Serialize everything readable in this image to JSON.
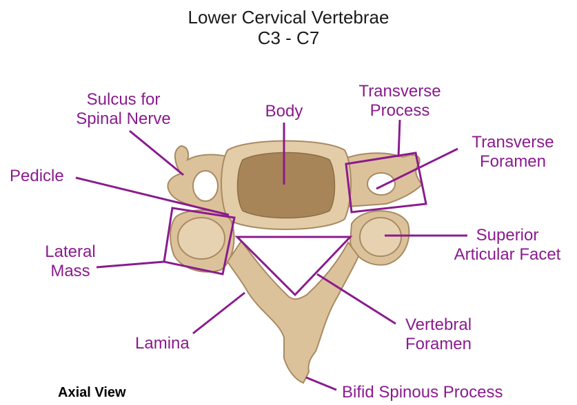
{
  "title": {
    "line1": "Lower Cervical Vertebrae",
    "line2": "C3 - C7"
  },
  "labels": {
    "sulcus_line1": "Sulcus for",
    "sulcus_line2": "Spinal Nerve",
    "body": "Body",
    "transverse_process_line1": "Transverse",
    "transverse_process_line2": "Process",
    "transverse_foramen_line1": "Transverse",
    "transverse_foramen_line2": "Foramen",
    "pedicle": "Pedicle",
    "lateral_mass_line1": "Lateral",
    "lateral_mass_line2": "Mass",
    "superior_facet_line1": "Superior",
    "superior_facet_line2": "Articular Facet",
    "lamina": "Lamina",
    "vertebral_foramen_line1": "Vertebral",
    "vertebral_foramen_line2": "Foramen",
    "bifid_spinous": "Bifid Spinous Process"
  },
  "view_label": "Axial View",
  "colors": {
    "label": "#8a1b8e",
    "bone": "#dcc29a",
    "bone_shadow": "#a88a63",
    "cancellous": "#a88558"
  }
}
